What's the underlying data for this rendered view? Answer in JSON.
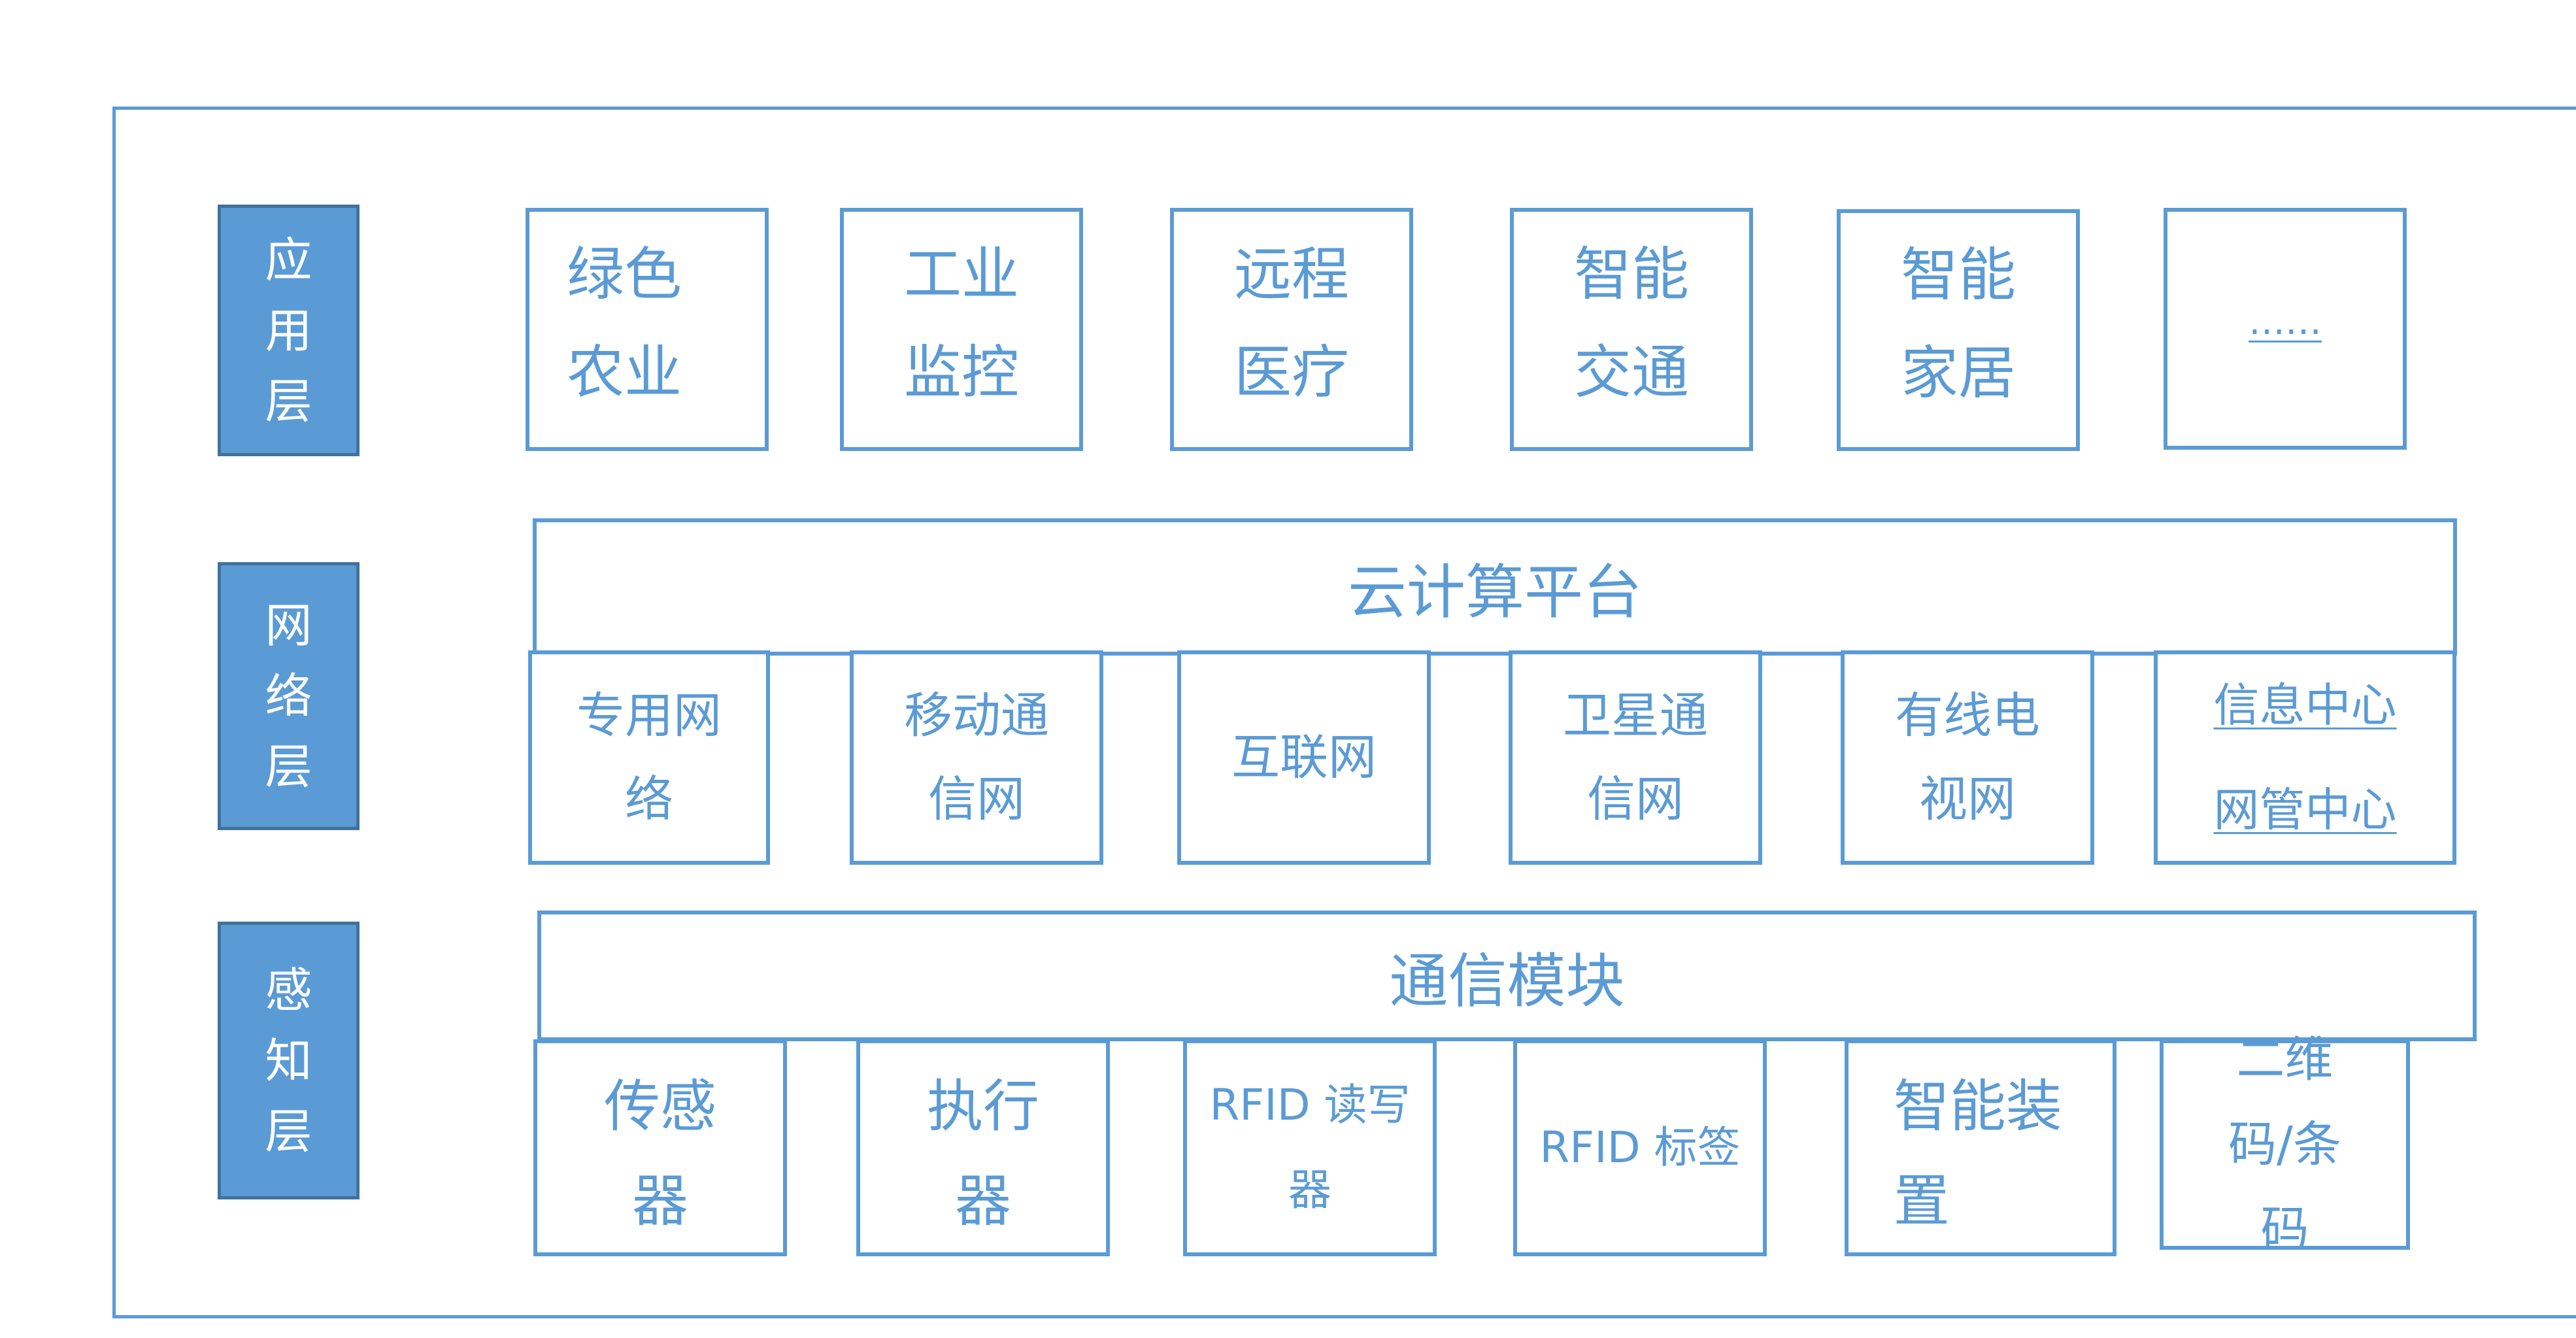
{
  "layers": {
    "application": "应用层",
    "network": "网络层",
    "perception": "感知层"
  },
  "application_items": [
    "绿色农业",
    "工业监控",
    "远程医疗",
    "智能交通",
    "智能家居",
    "……"
  ],
  "cloud_platform": "云计算平台",
  "network_items": [
    "专用网络",
    "移动通信网",
    "互联网",
    "卫星通信网",
    "有线电视网",
    "信息中心网管中心"
  ],
  "comm_module": "通信模块",
  "perception_items": [
    "传感器",
    "执行器",
    "RFID 读写器",
    "RFID 标签",
    "智能装置",
    "二维码/条码"
  ],
  "colors": {
    "line": "#5b9bd5",
    "layer_fill": "#5b9bd5",
    "layer_border": "#41719c",
    "layer_text": "#ffffff",
    "box_text": "#5b9bd5"
  }
}
